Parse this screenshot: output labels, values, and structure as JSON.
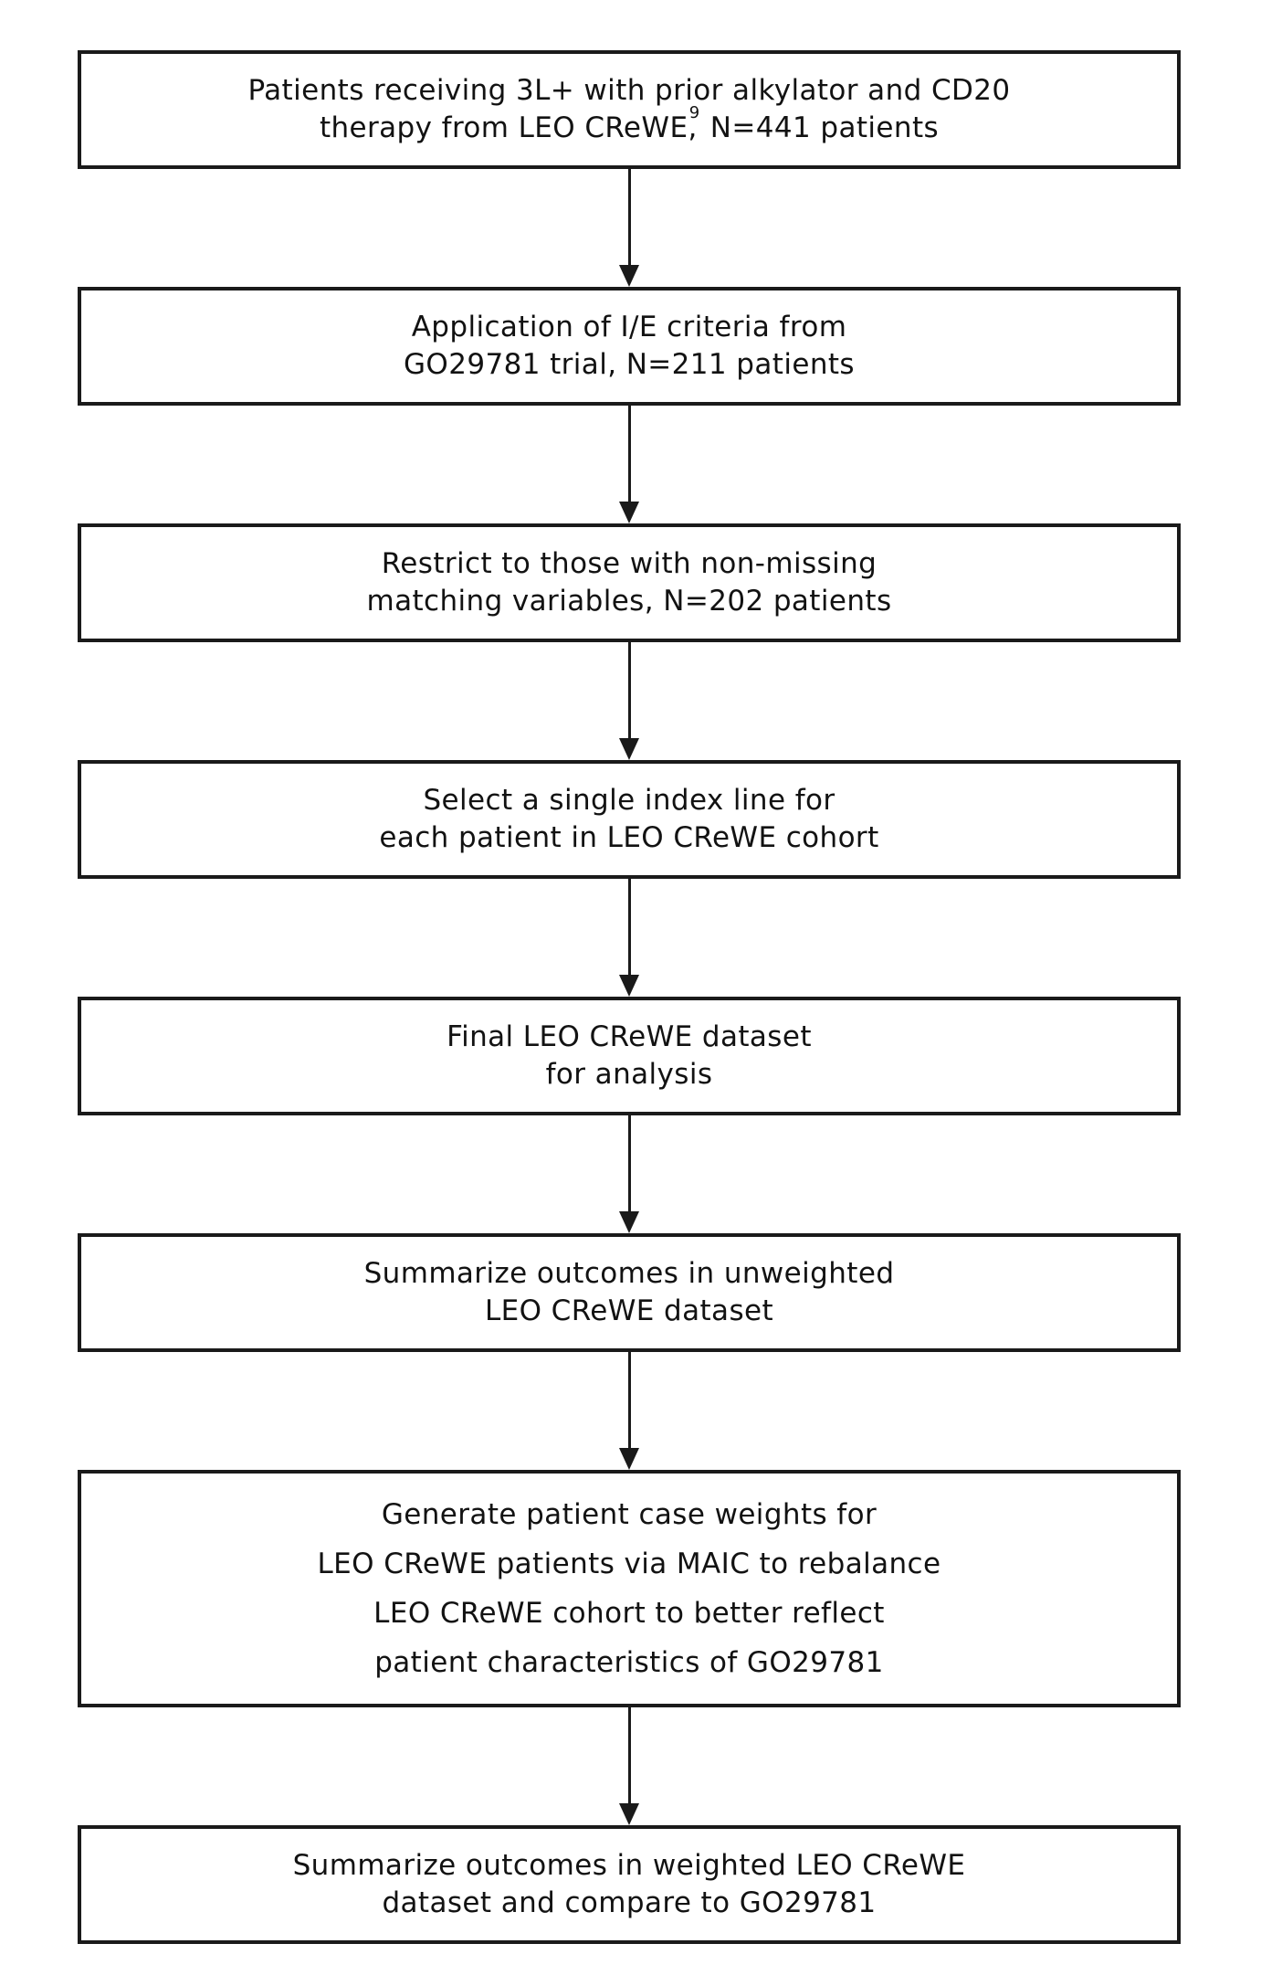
{
  "colors": {
    "background": "#ffffff",
    "line": "#1a1a1a",
    "text": "#121212"
  },
  "flowchart": {
    "type": "top-down-flowchart",
    "connector_style": "solid-arrow-down",
    "connector_count": 7,
    "boxes": [
      {
        "name": "cohort-source-box",
        "lines": [
          [
            "Patients receiving 3L+ with prior alkylator and CD20"
          ],
          [
            "therapy from LEO CReWE,",
            {
              "sup": "9"
            },
            " N=441 patients"
          ]
        ]
      },
      {
        "name": "ie-criteria-box",
        "lines": [
          [
            "Application of I/E criteria from"
          ],
          [
            "GO29781 trial, N=211 patients"
          ]
        ]
      },
      {
        "name": "non-missing-variables-box",
        "lines": [
          [
            "Restrict to those with non-missing"
          ],
          [
            "matching variables, N=202 patients"
          ]
        ]
      },
      {
        "name": "index-line-selection-box",
        "lines": [
          [
            "Select a single index line for"
          ],
          [
            "each patient in LEO CReWE cohort"
          ]
        ]
      },
      {
        "name": "final-dataset-box",
        "lines": [
          [
            "Final LEO CReWE dataset"
          ],
          [
            "for analysis"
          ]
        ]
      },
      {
        "name": "unweighted-outcomes-box",
        "lines": [
          [
            "Summarize outcomes in unweighted"
          ],
          [
            "LEO CReWE dataset"
          ]
        ]
      },
      {
        "name": "maic-weighting-box",
        "tall": true,
        "lines": [
          [
            "Generate patient case weights for"
          ],
          [
            "LEO CReWE patients via MAIC to rebalance"
          ],
          [
            "LEO CReWE cohort to better reflect"
          ],
          [
            "patient characteristics of GO29781"
          ]
        ]
      },
      {
        "name": "weighted-outcomes-box",
        "lines": [
          [
            "Summarize outcomes in weighted LEO CReWE"
          ],
          [
            "dataset and compare to GO29781"
          ]
        ]
      }
    ]
  }
}
